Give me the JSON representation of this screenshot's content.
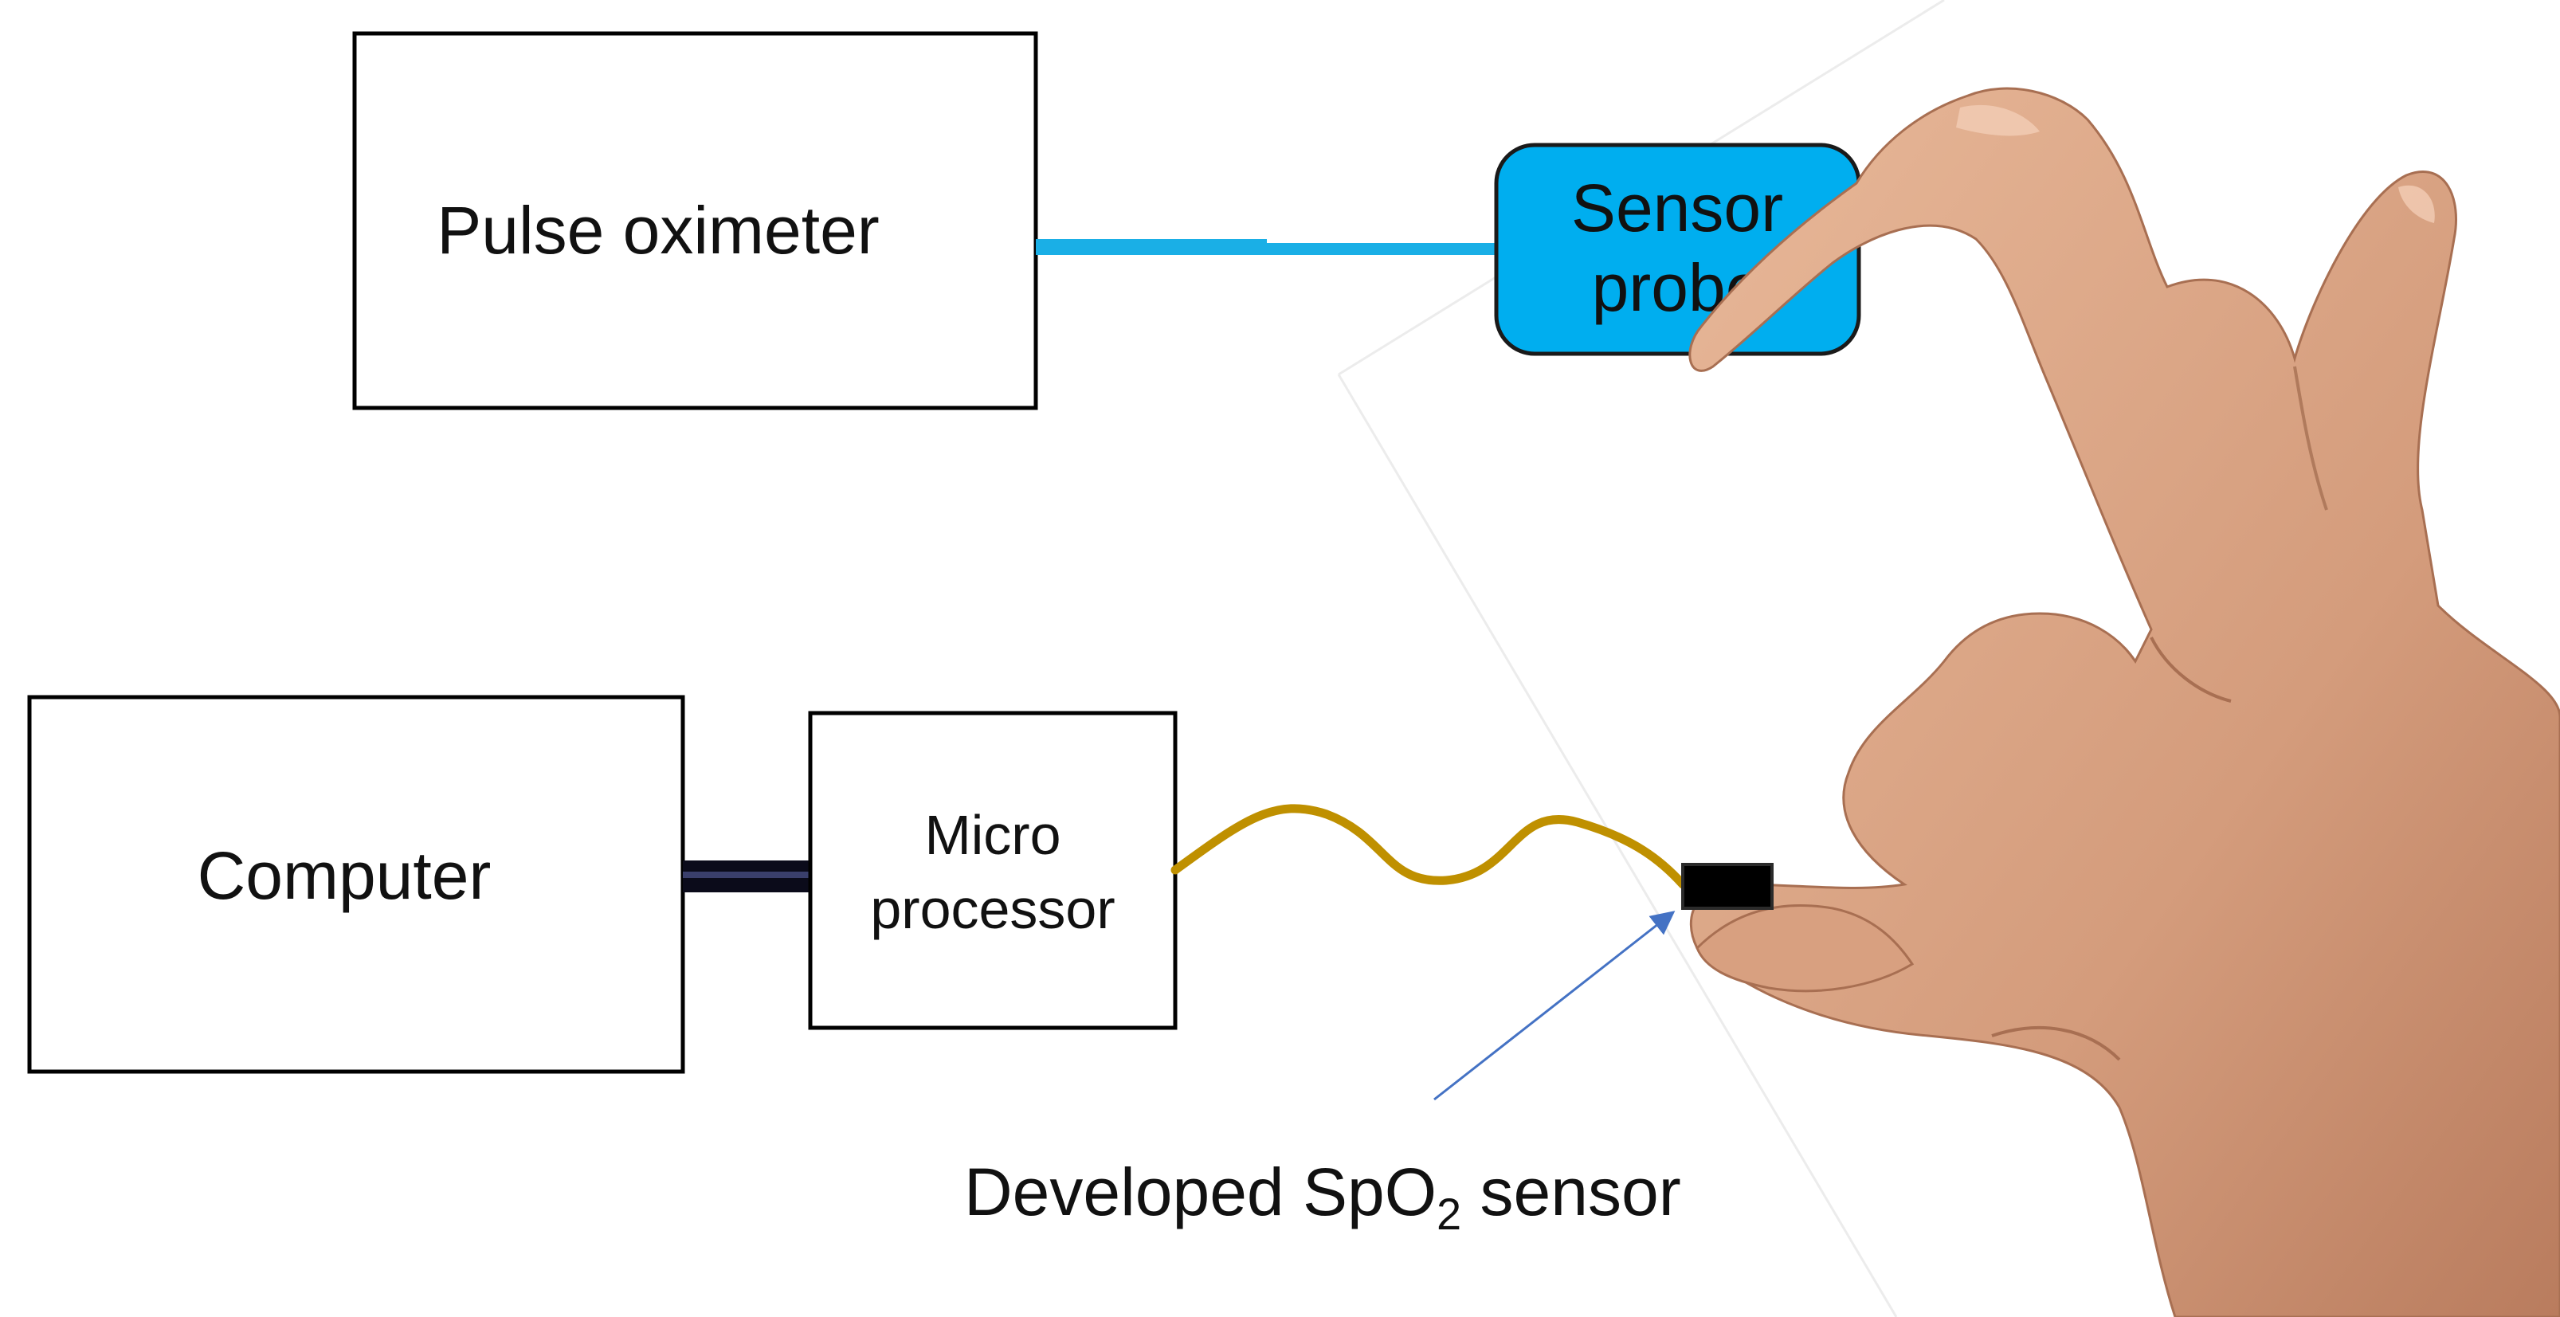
{
  "blocks": {
    "pulse_oximeter": "Pulse oximeter",
    "sensor_probe_line1": "Sensor",
    "sensor_probe_line2": "probe",
    "computer": "Computer",
    "microprocessor_line1": "Micro",
    "microprocessor_line2": "processor"
  },
  "annotation": {
    "prefix": "Developed SpO",
    "subscript": "2",
    "suffix": " sensor"
  },
  "colors": {
    "probe_fill": "#00AEEF",
    "probe_cable": "#1AAFE6",
    "sensor_wire": "#BF9000",
    "usb_cable": "#0B0B1A",
    "arrow": "#4472C4",
    "skin": "#D9A383",
    "box_stroke": "#000000"
  },
  "icons": {
    "hand": "hand-illustration",
    "sensor_chip": "sensor-chip"
  }
}
